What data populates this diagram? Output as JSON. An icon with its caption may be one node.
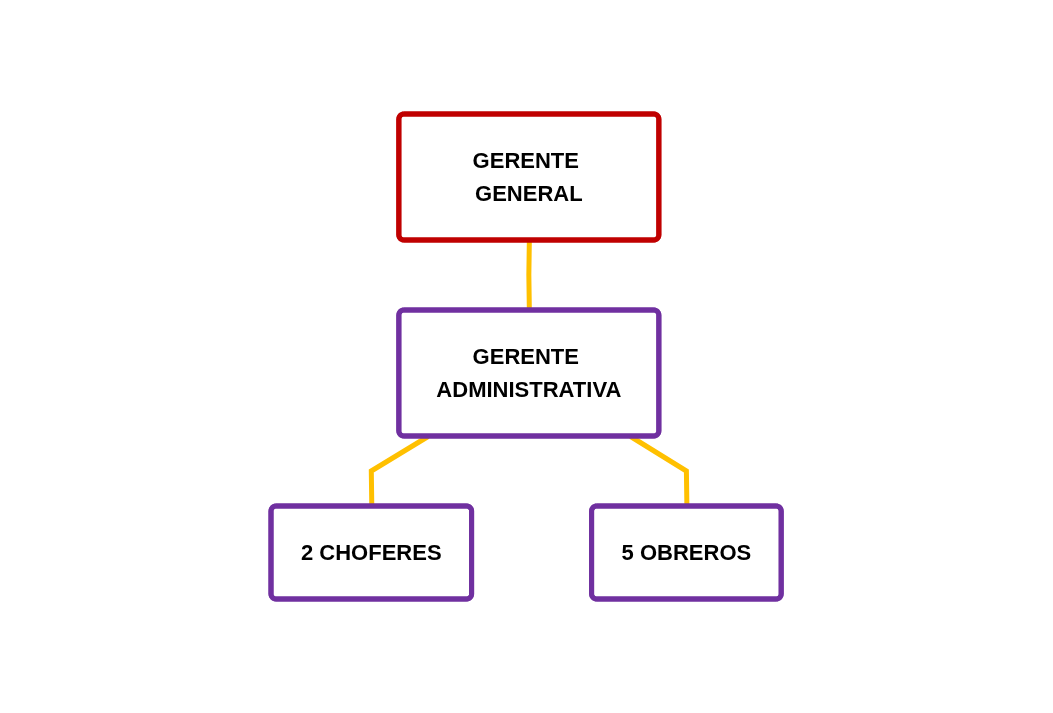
{
  "diagram": {
    "nodes": [
      {
        "text": [
          "GERENTE GENERAL"
        ]
      },
      {
        "text": [
          "GERENTE ADMINISTRATIVA"
        ]
      },
      {
        "text": [
          "2 CHOFERES"
        ]
      },
      {
        "text": [
          "5 OBREROS"
        ]
      }
    ],
    "edges": [
      {
        "from": 0,
        "to": 1,
        "arrow": "none"
      },
      {
        "from": 1,
        "to": 2,
        "arrow": "none"
      },
      {
        "from": 1,
        "to": 3,
        "arrow": "none"
      }
    ]
  }
}
